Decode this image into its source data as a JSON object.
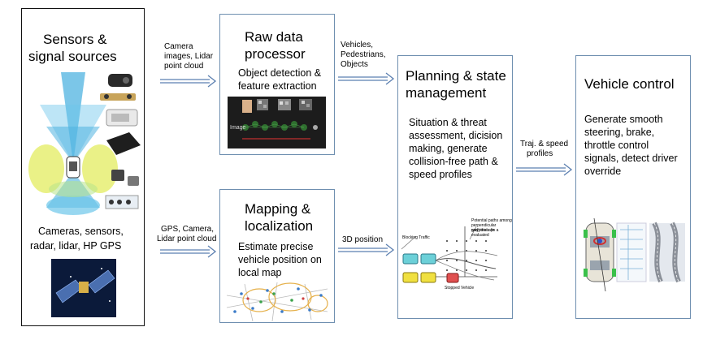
{
  "sensors": {
    "title_line1": "Sensors &",
    "title_line2": "signal sources",
    "caption_line1": "Cameras, sensors,",
    "caption_line2": "radar, lidar, HP GPS"
  },
  "raw_data": {
    "title_line1": "Raw data",
    "title_line2": "processor",
    "body_line1": "Object detection &",
    "body_line2": "feature extraction",
    "cnn_input_label": "Image"
  },
  "mapping": {
    "title_line1": "Mapping &",
    "title_line2": "localization",
    "body_line1": "Estimate precise",
    "body_line2": "vehicle position on",
    "body_line3": "local map"
  },
  "planning": {
    "title_line1": "Planning & state",
    "title_line2": "management",
    "body_line1": "Situation & threat",
    "body_line2": "assessment, dicision",
    "body_line3": "making, generate",
    "body_line4": "collision-free path &",
    "body_line5": "speed profiles",
    "fig_label_blocking": "Blocking Traffic",
    "fig_label_paths_1": "Potential paths among",
    "fig_label_paths_2": "perpendicular waypoints (in a",
    "fig_label_paths_3": "grid) that are evaluated",
    "fig_label_stopped": "Stopped Vehicle"
  },
  "vehicle_control": {
    "title": "Vehicle control",
    "body_line1": "Generate smooth",
    "body_line2": "steering, brake,",
    "body_line3": "throttle control",
    "body_line4": "signals, detect driver",
    "body_line5": "override"
  },
  "arrows": {
    "camera_lidar_1": "Camera",
    "camera_lidar_2": "images, Lidar",
    "camera_lidar_3": "point cloud",
    "gps_1": "GPS, Camera,",
    "gps_2": "Lidar point cloud",
    "vehicles_1": "Vehicles,",
    "vehicles_2": "Pedestrians,",
    "vehicles_3": "Objects",
    "position_3d": "3D position",
    "traj_1": "Traj. & speed",
    "traj_2": "profiles"
  },
  "colors": {
    "box_border": "#6f8fb0",
    "arrow": "#5b7fb0",
    "sensor_blue": "#4fb3e0",
    "sensor_yellow": "#e8f07a",
    "dark_panel": "#1c1c1c"
  }
}
